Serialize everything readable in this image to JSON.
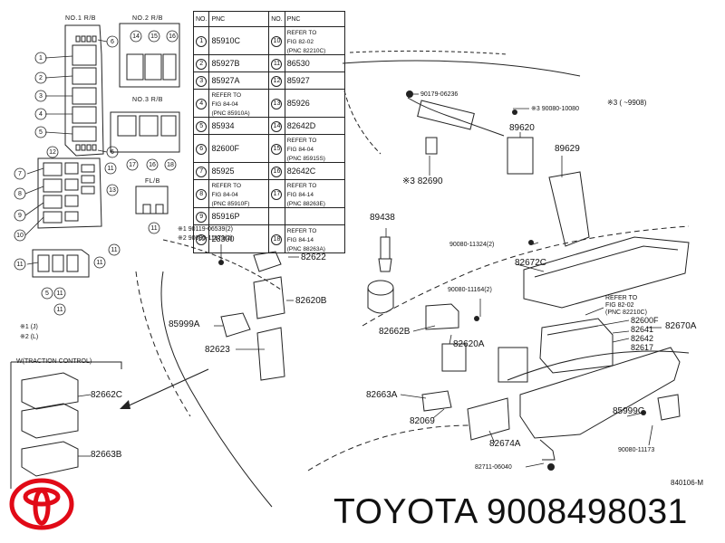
{
  "panels": {
    "rb1_title": "NO.1 R/B",
    "rb2_title": "NO.2 R/B",
    "rb3_title": "NO.3 R/B",
    "flb_title": "FL/B",
    "legend": [
      "※1 (J)",
      "※2 (L)"
    ],
    "traction_title": "W(TRACTION CONTROL)"
  },
  "pnc_table": {
    "col_no": "NO.",
    "col_pnc": "PNC",
    "rows": [
      {
        "l_no": "1",
        "l": "85910C",
        "r_no": "10",
        "r": "REFER TO\nFIG 82-02\n(PNC 82210C)"
      },
      {
        "l_no": "2",
        "l": "85927B",
        "r_no": "11",
        "r": "86530"
      },
      {
        "l_no": "3",
        "l": "85927A",
        "r_no": "12",
        "r": "85927"
      },
      {
        "l_no": "4",
        "l": "REFER TO\nFIG 84-04\n(PNC 85910A)",
        "r_no": "13",
        "r": "85926"
      },
      {
        "l_no": "5",
        "l": "85934",
        "r_no": "14",
        "r": "82642D"
      },
      {
        "l_no": "6",
        "l": "82600F",
        "r_no": "15",
        "r": "REFER TO\nFIG 84-04\n(PNC 85915S)"
      },
      {
        "l_no": "7",
        "l": "85925",
        "r_no": "16",
        "r": "82642C"
      },
      {
        "l_no": "8",
        "l": "REFER TO\nFIG 84-04\n(PNC 85910F)",
        "r_no": "17",
        "r": "REFER TO\nFIG 84-14\n(PNC 88263E)"
      },
      {
        "l_no": "9",
        "l": "85916P",
        "r_no": "",
        "r": ""
      },
      {
        "l_no": "10",
        "l": "28300",
        "r_no": "18",
        "r": "REFER TO\nFIG 84-14\n(PNC 88263A)"
      }
    ]
  },
  "callouts": {
    "c1": "※1 90119-06539(2)",
    "c2": "※2 90080-11173(2)",
    "p82622": "82622",
    "p82620B": "82620B",
    "p85999A": "85999A",
    "p82623": "82623",
    "p82662C": "82662C",
    "p82663B": "82663B",
    "p90179": "90179-06236",
    "p90080_10080": "※3 90080-10080",
    "p89620": "89620",
    "p89629": "89629",
    "p82690": "※3 82690",
    "p89438": "89438",
    "p90080_11324": "90080-11324(2)",
    "p82672C": "82672C",
    "p90080_11164": "90080-11164(2)",
    "p82662B": "82662B",
    "p82620A": "82620A",
    "p82663A": "82663A",
    "p82069": "82069",
    "p82674A": "82674A",
    "p82711": "82711-06040",
    "p85999C": "85999C",
    "p90080_11173": "90080-11173",
    "p82670A": "82670A",
    "refer_box": "REFER TO\nFIG 82-02\n(PNC 82210C)",
    "p82600F": "82600F",
    "p82641": "82641",
    "p82642": "82642",
    "p82617": "82617",
    "note3": "※3 (   ~9908)",
    "figcode": "840106-M"
  },
  "brand": {
    "name": "TOYOTA 9008498031",
    "logo_color": "#e10a17"
  }
}
